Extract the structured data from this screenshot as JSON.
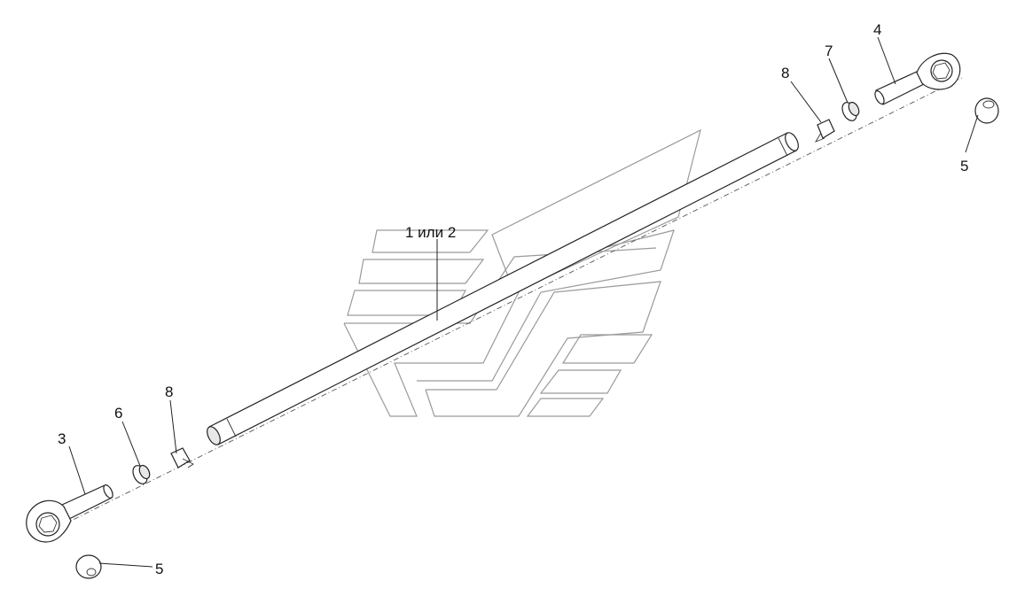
{
  "callouts": {
    "rod": "1 или 2",
    "end_left": "3",
    "end_right": "4",
    "bushing_right": "5",
    "bushing_left": "5",
    "nut_left": "6",
    "nut_right": "7",
    "washer_left": "8",
    "washer_right": "8"
  },
  "colors": {
    "line": "#222222",
    "watermark": "#9a9a9a",
    "background": "#ffffff"
  }
}
